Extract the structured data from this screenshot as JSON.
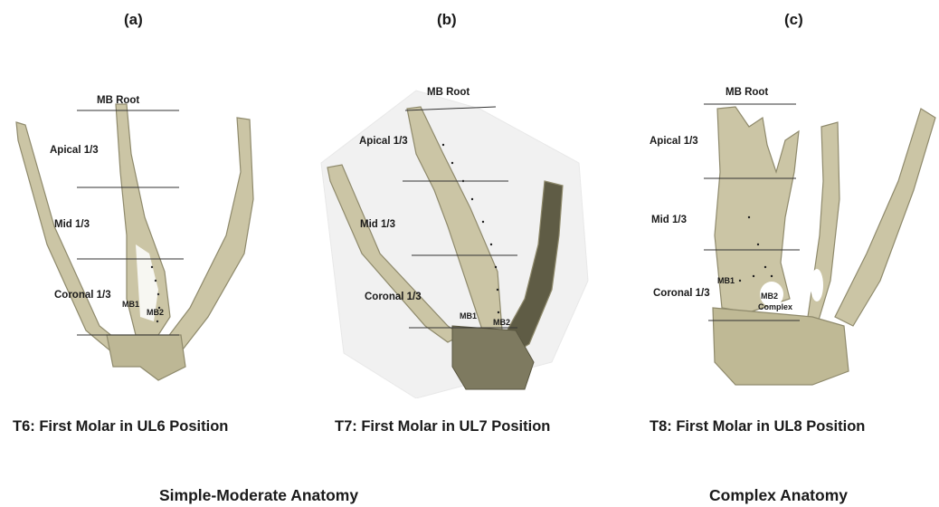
{
  "panels": [
    {
      "letter": "(a)",
      "labels": {
        "root": "MB Root",
        "apical": "Apical 1/3",
        "mid": "Mid 1/3",
        "coronal": "Coronal 1/3",
        "mb1": "MB1",
        "mb2": "MB2"
      },
      "caption": "T6: First Molar in UL6 Position"
    },
    {
      "letter": "(b)",
      "labels": {
        "root": "MB Root",
        "apical": "Apical 1/3",
        "mid": "Mid 1/3",
        "coronal": "Coronal 1/3",
        "mb1": "MB1",
        "mb2": "MB2"
      },
      "caption": "T7: First Molar in UL7 Position"
    },
    {
      "letter": "(c)",
      "labels": {
        "root": "MB Root",
        "apical": "Apical 1/3",
        "mid": "Mid 1/3",
        "coronal": "Coronal 1/3",
        "mb1": "MB1",
        "mb2": "MB2",
        "complex": "Complex"
      },
      "caption": "T8: First Molar in UL8 Position"
    }
  ],
  "groups": {
    "simple": "Simple-Moderate Anatomy",
    "complex": "Complex Anatomy"
  },
  "colors": {
    "root_fill": "#cbc5a5",
    "root_shade": "#8f8a6c",
    "root_dark": "#58553f",
    "translucent": "#e7e7e7"
  }
}
